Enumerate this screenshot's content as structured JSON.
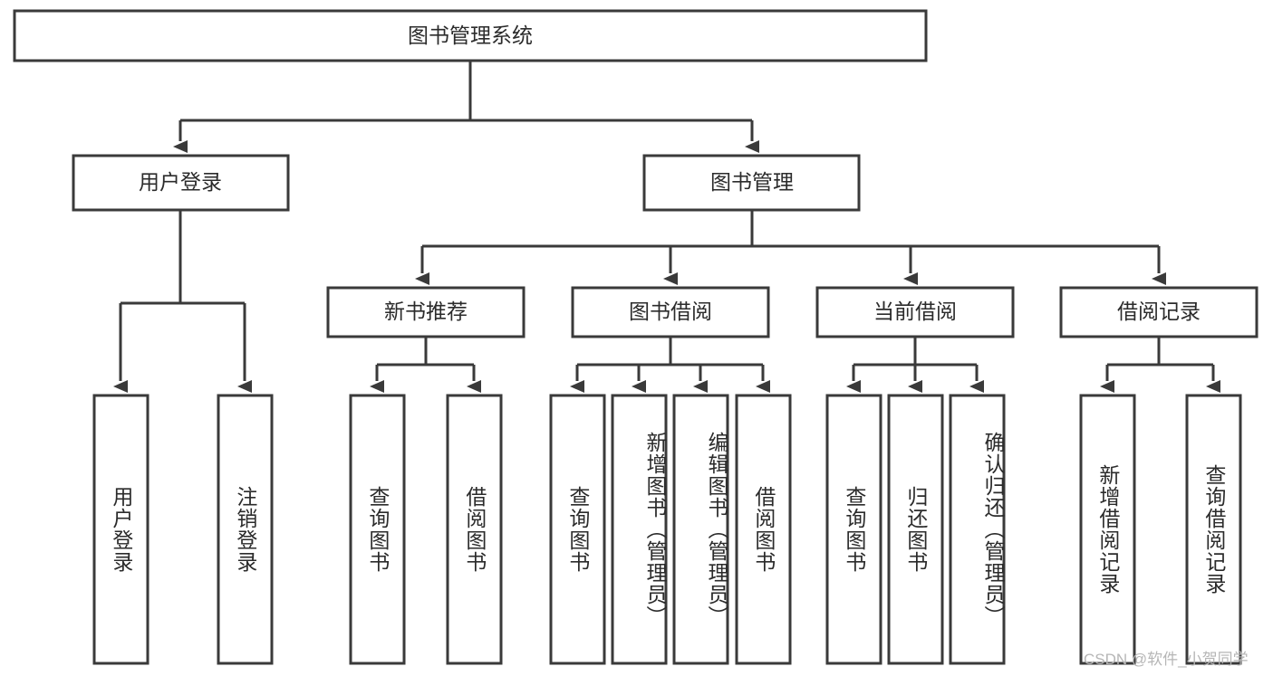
{
  "diagram": {
    "type": "hierarchy-tree",
    "title": "图书管理系统",
    "root": {
      "label": "图书管理系统"
    },
    "level2": [
      {
        "label": "用户登录"
      },
      {
        "label": "图书管理"
      }
    ],
    "level3": [
      {
        "label": "新书推荐"
      },
      {
        "label": "图书借阅"
      },
      {
        "label": "当前借阅"
      },
      {
        "label": "借阅记录"
      }
    ],
    "leaves": {
      "user_login": [
        {
          "label": "用户登录"
        },
        {
          "label": "注销登录"
        }
      ],
      "new_book_recommend": [
        {
          "label": "查询图书"
        },
        {
          "label": "借阅图书"
        }
      ],
      "book_borrow": [
        {
          "label": "查询图书"
        },
        {
          "label": "新增图书（管理员）"
        },
        {
          "label": "编辑图书（管理员）"
        },
        {
          "label": "借阅图书"
        }
      ],
      "current_borrow": [
        {
          "label": "查询图书"
        },
        {
          "label": "归还图书"
        },
        {
          "label": "确认归还（管理员）"
        }
      ],
      "borrow_record": [
        {
          "label": "新增借阅记录"
        },
        {
          "label": "查询借阅记录"
        }
      ]
    }
  },
  "watermark": {
    "text": "CSDN @软件_小贺同学"
  },
  "colors": {
    "stroke": "#3a3a3a",
    "fill": "#ffffff",
    "text": "#2b2b2b",
    "watermark": "#b6b6b6"
  }
}
